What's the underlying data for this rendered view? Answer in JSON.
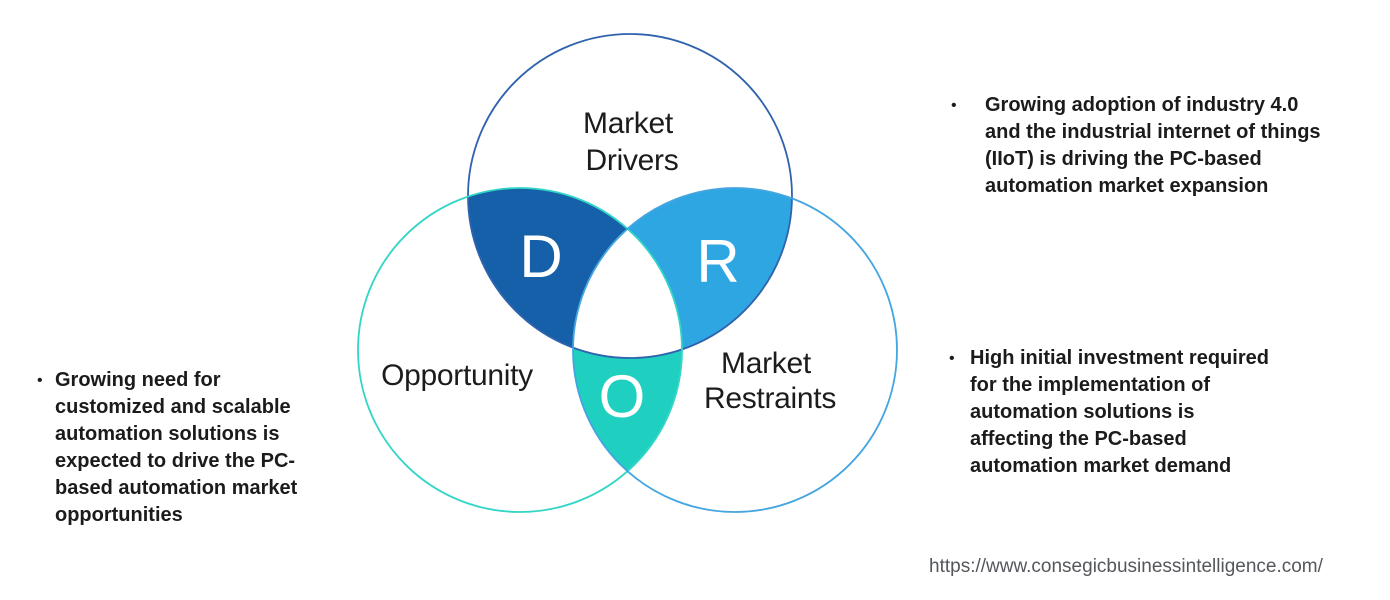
{
  "venn": {
    "drivers": {
      "label_line1": "Market",
      "label_line2": "Drivers",
      "letter": "D"
    },
    "restraints": {
      "label_line1": "Market",
      "label_line2": "Restraints",
      "letter": "R"
    },
    "opportunity": {
      "label": "Opportunity",
      "letter": "O"
    },
    "colors": {
      "drivers_outline": "#2f63ad",
      "opportunity_outline": "#33d6c6",
      "restraints_outline": "#44a5e0",
      "d_lens": "#1560a8",
      "r_lens": "#2ea6e2",
      "o_lens": "#1fcfc0",
      "center_fill": "#ffffff",
      "letter_color": "#ffffff"
    }
  },
  "bullets": {
    "marker": "•",
    "left": "Growing need for\ncustomized and scalable\nautomation solutions is\nexpected to drive the PC-\nbased automation market\nopportunities",
    "right_top": "Growing adoption of industry 4.0\nand the industrial internet of things\n(IIoT) is driving the PC-based\nautomation market expansion",
    "right_bottom": "High initial investment required\nfor the implementation of\nautomation solutions is\naffecting the PC-based\nautomation market demand"
  },
  "footer": {
    "source_url": "https://www.consegicbusinessintelligence.com/"
  }
}
